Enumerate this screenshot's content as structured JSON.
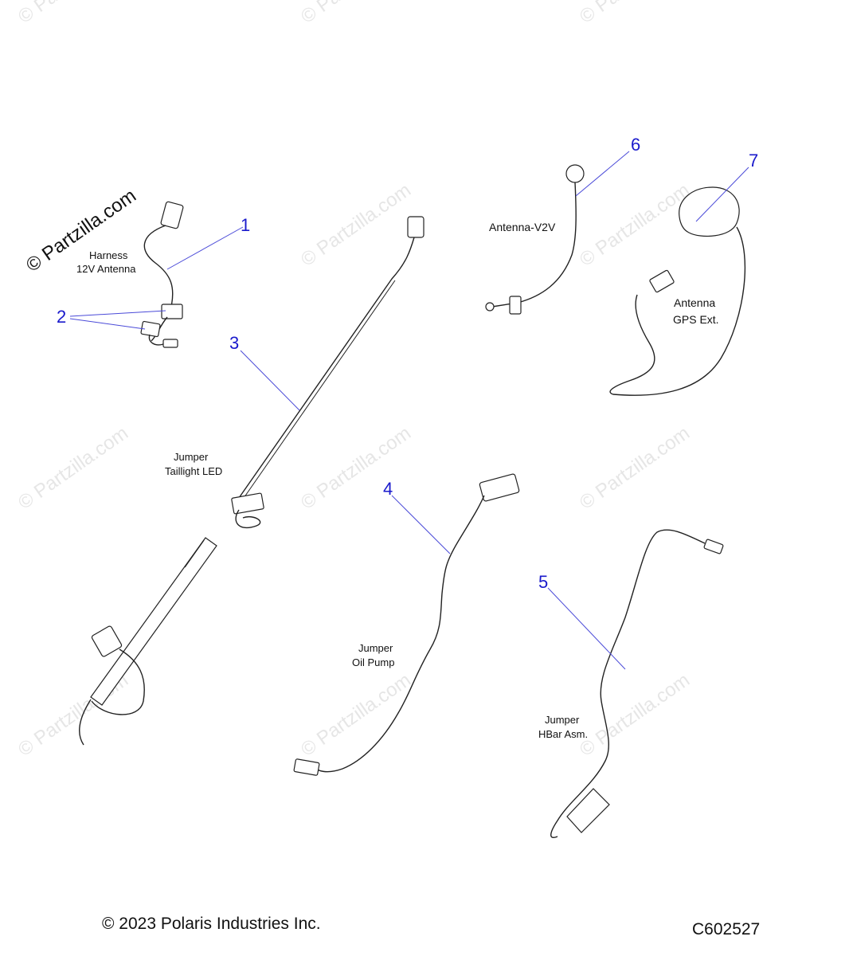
{
  "brand_watermark": "© Partzilla.com",
  "background_watermark": "© Partzilla.com",
  "callouts": [
    "1",
    "2",
    "3",
    "4",
    "5",
    "6",
    "7"
  ],
  "parts": {
    "p1": [
      "Harness",
      "12V Antenna"
    ],
    "p3": [
      "Jumper",
      "Taillight LED"
    ],
    "p4": [
      "Jumper",
      "Oil Pump"
    ],
    "p5": [
      "Jumper",
      "HBar Asm."
    ],
    "p6": [
      "Antenna-V2V"
    ],
    "p7": [
      "Antenna",
      "GPS Ext."
    ]
  },
  "footer": {
    "copyright": "© 2023 Polaris Industries Inc.",
    "diagram_id": "C602527"
  }
}
